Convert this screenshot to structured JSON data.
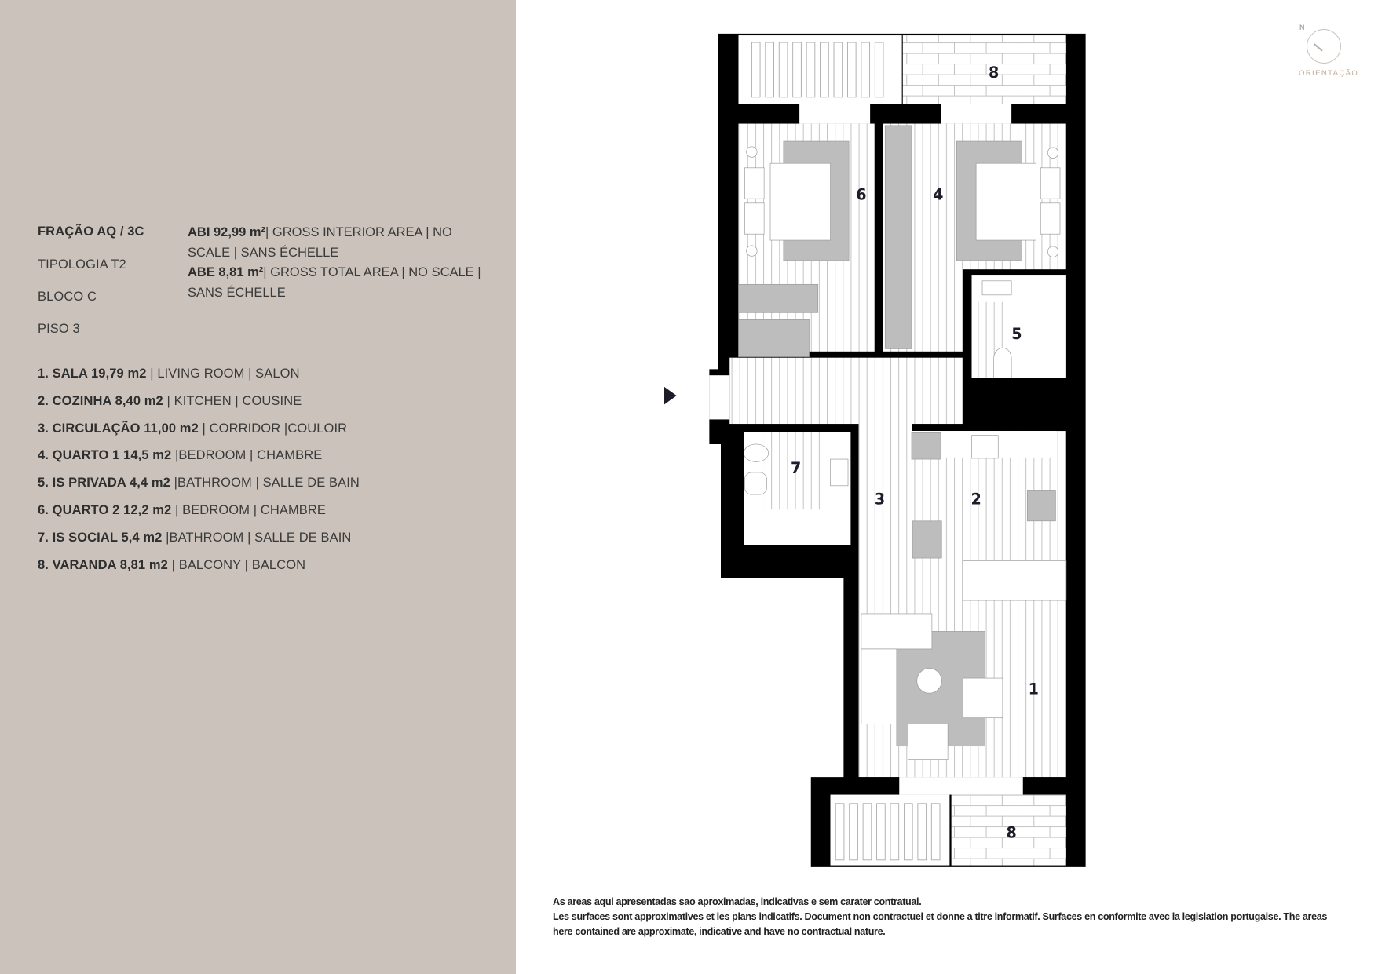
{
  "unit": {
    "fraction": "FRAÇÃO AQ / 3C",
    "typology": "TIPOLOGIA T2",
    "block": "BLOCO C",
    "floor": "PISO 3"
  },
  "areas": [
    {
      "bold": "ABI 92,99 m²",
      "rest": "| GROSS INTERIOR AREA | NO SCALE | SANS ÉCHELLE"
    },
    {
      "bold": "ABE 8,81 m²",
      "rest": "| GROSS TOTAL AREA | NO SCALE | SANS ÉCHELLE"
    }
  ],
  "rooms": [
    {
      "bold": "1. SALA 19,79 m2",
      "rest": " | LIVING ROOM | SALON"
    },
    {
      "bold": "2. COZINHA 8,40 m2",
      "rest": " | KITCHEN | COUSINE"
    },
    {
      "bold": "3. CIRCULAÇÃO 11,00 m2",
      "rest": " | CORRIDOR |COULOIR"
    },
    {
      "bold": "4. QUARTO 1 14,5 m2",
      "rest": " |BEDROOM | CHAMBRE"
    },
    {
      "bold": "5. IS PRIVADA 4,4 m2",
      "rest": " |BATHROOM | SALLE DE BAIN"
    },
    {
      "bold": "6. QUARTO 2 12,2 m2",
      "rest": " | BEDROOM | CHAMBRE"
    },
    {
      "bold": "7. IS SOCIAL 5,4 m2",
      "rest": " |BATHROOM | SALLE DE BAIN"
    },
    {
      "bold": "8. VARANDA 8,81 m2",
      "rest": " | BALCONY | BALCON"
    }
  ],
  "plan_labels": {
    "balcony_top": "8",
    "bedroom2": "6",
    "bedroom1": "4",
    "bath_private": "5",
    "bath_social": "7",
    "corridor": "3",
    "kitchen": "2",
    "living": "1",
    "balcony_bottom": "8"
  },
  "compass": {
    "north": "N",
    "label": "ORIENTAÇÃO",
    "icon": "compass-icon"
  },
  "entrance_icon": "entrance-arrow-icon",
  "footer": [
    "As areas aqui apresentadas sao aproximadas, indicativas e sem carater contratual.",
    "Les surfaces sont approximatives et les plans indicatifs. Document non contractuel et donne a titre informatif. Surfaces en conformite avec la legislation portugaise. The areas here contained are approximate, indicative and have no contractual nature."
  ],
  "colors": {
    "panel": "#cbc3bb",
    "walls": "#000000",
    "furniture": "#bdbdbd",
    "text": "#2e2e2e"
  }
}
